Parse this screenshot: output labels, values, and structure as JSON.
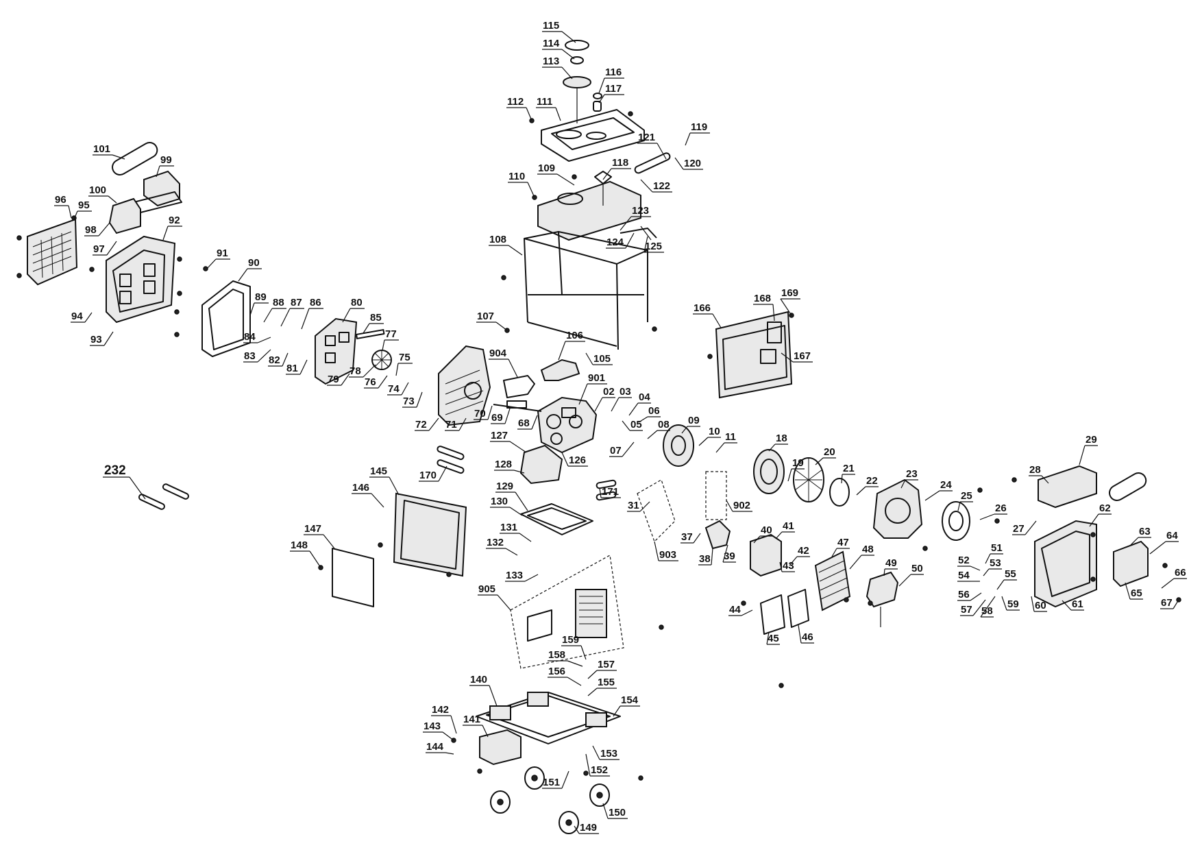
{
  "diagram": {
    "callouts": [
      "115",
      "114",
      "113",
      "116",
      "117",
      "112",
      "111",
      "119",
      "121",
      "120",
      "118",
      "110",
      "109",
      "122",
      "123",
      "124",
      "125",
      "101",
      "99",
      "100",
      "96",
      "95",
      "98",
      "97",
      "92",
      "91",
      "90",
      "94",
      "93",
      "89",
      "88",
      "87",
      "86",
      "80",
      "85",
      "84",
      "83",
      "82",
      "81",
      "79",
      "78",
      "77",
      "76",
      "75",
      "74",
      "73",
      "72",
      "71",
      "70",
      "69",
      "68",
      "108",
      "107",
      "106",
      "105",
      "904",
      "901",
      "02",
      "03",
      "04",
      "06",
      "05",
      "08",
      "07",
      "09",
      "10",
      "11",
      "166",
      "168",
      "169",
      "167",
      "18",
      "19",
      "20",
      "21",
      "22",
      "23",
      "24",
      "25",
      "26",
      "28",
      "29",
      "27",
      "62",
      "63",
      "64",
      "61",
      "60",
      "65",
      "66",
      "67",
      "127",
      "128",
      "126",
      "170",
      "171",
      "232",
      "129",
      "130",
      "131",
      "132",
      "133",
      "905",
      "145",
      "146",
      "147",
      "148",
      "31",
      "902",
      "903",
      "37",
      "38",
      "39",
      "40",
      "41",
      "42",
      "43",
      "44",
      "45",
      "46",
      "47",
      "48",
      "49",
      "50",
      "51",
      "52",
      "53",
      "54",
      "55",
      "56",
      "57",
      "58",
      "59",
      "159",
      "158",
      "157",
      "156",
      "155",
      "154",
      "153",
      "152",
      "151",
      "150",
      "149",
      "140",
      "141",
      "142",
      "143",
      "144"
    ]
  }
}
